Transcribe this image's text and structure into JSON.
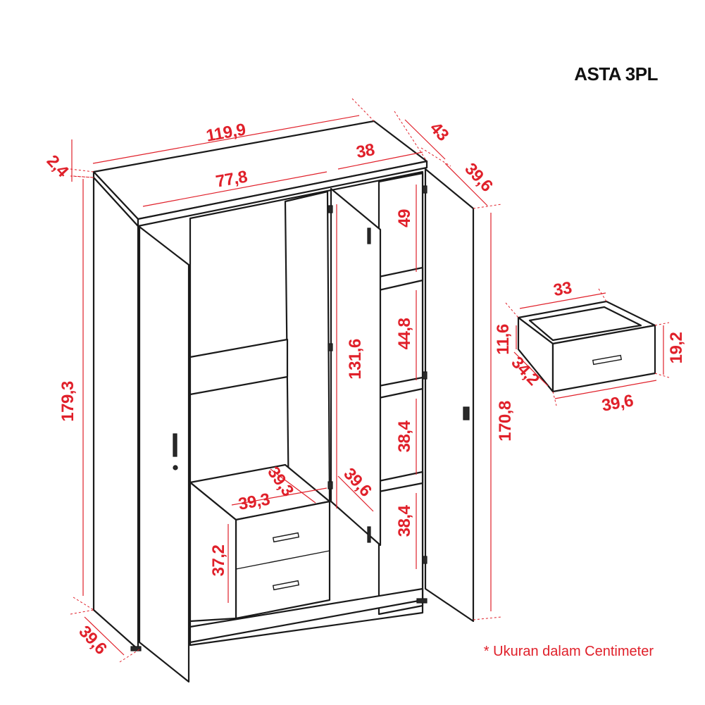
{
  "title": "ASTA 3PL",
  "note": "* Ukuran dalam Centimeter",
  "colors": {
    "dimension": "#e0202a",
    "line": "#1a1a1a",
    "background": "#ffffff"
  },
  "dimensions": {
    "total_width": "119,9",
    "top_thickness": "2,4",
    "overall_depth": "43",
    "right_section_width": "38",
    "left_section_width": "77,8",
    "door_depth": "39,6",
    "total_height": "179,3",
    "side_height": "170,8",
    "hanging_height": "131,6",
    "shelf_1": "49",
    "shelf_2": "44,8",
    "shelf_3": "38,4",
    "shelf_4": "38,4",
    "drawer_block_height": "37,2",
    "base_depth": "39,6",
    "inner_compartment_depth": "39,6",
    "inner_width": "39,3",
    "inner_depth": "39,3"
  },
  "drawer_detail": {
    "width": "33",
    "inner_height": "11,6",
    "front_height": "19,2",
    "depth": "34,2",
    "front_width": "39,6"
  }
}
